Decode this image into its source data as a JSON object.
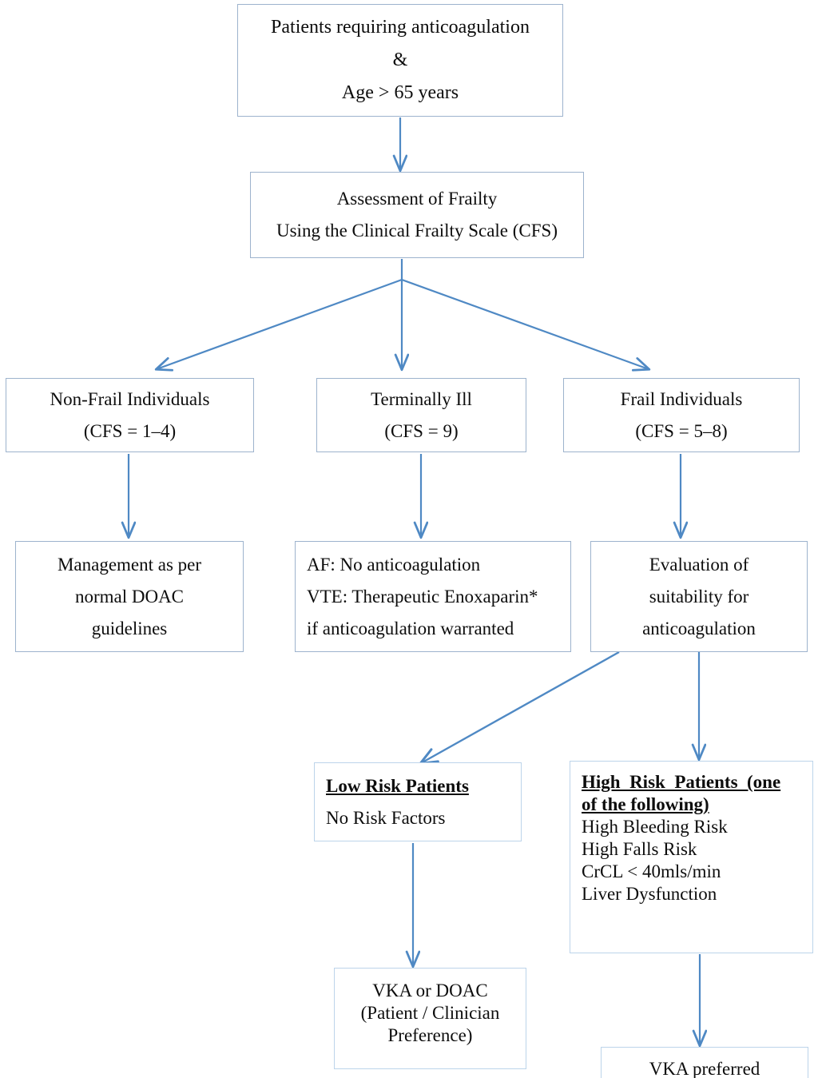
{
  "diagram": {
    "title": "Anticoagulation decision pathway for older patients stratified by Clinical Frailty Scale",
    "colors": {
      "box_border": "#9db3cd",
      "box_border_light": "#bcd4ea",
      "arrow": "#4f89c4",
      "text": "#0d0d0d",
      "background": "#ffffff"
    },
    "nodes": {
      "start": {
        "lines": [
          "Patients requiring anticoagulation",
          "&",
          "Age > 65 years"
        ]
      },
      "assessment": {
        "lines": [
          "Assessment of Frailty",
          "Using the Clinical Frailty Scale (CFS)"
        ]
      },
      "non_frail": {
        "lines": [
          "Non-Frail Individuals",
          "(CFS = 1–4)"
        ]
      },
      "terminally_ill": {
        "lines": [
          "Terminally Ill",
          "(CFS = 9)"
        ]
      },
      "frail": {
        "lines": [
          "Frail Individuals",
          "(CFS = 5–8)"
        ]
      },
      "normal_doac": {
        "lines": [
          "Management as per",
          "normal DOAC",
          "guidelines"
        ]
      },
      "terminal_plan": {
        "lines": [
          "AF: No anticoagulation",
          "VTE: Therapeutic Enoxaparin*",
          "if anticoagulation warranted"
        ]
      },
      "evaluation": {
        "lines": [
          "Evaluation of",
          "suitability for",
          "anticoagulation"
        ]
      },
      "low_risk": {
        "heading": "Low Risk Patients",
        "lines": [
          "No Risk Factors"
        ]
      },
      "high_risk": {
        "heading_line1": "High  Risk  Patients  (one",
        "heading_line2": "of the following)",
        "lines": [
          "High Bleeding Risk",
          "High Falls Risk",
          "CrCL < 40mls/min",
          "Liver Dysfunction"
        ]
      },
      "vka_or_doac": {
        "lines": [
          "VKA or DOAC",
          "(Patient / Clinician",
          "Preference)"
        ]
      },
      "vka_preferred": {
        "lines": [
          "VKA preferred"
        ]
      }
    }
  }
}
